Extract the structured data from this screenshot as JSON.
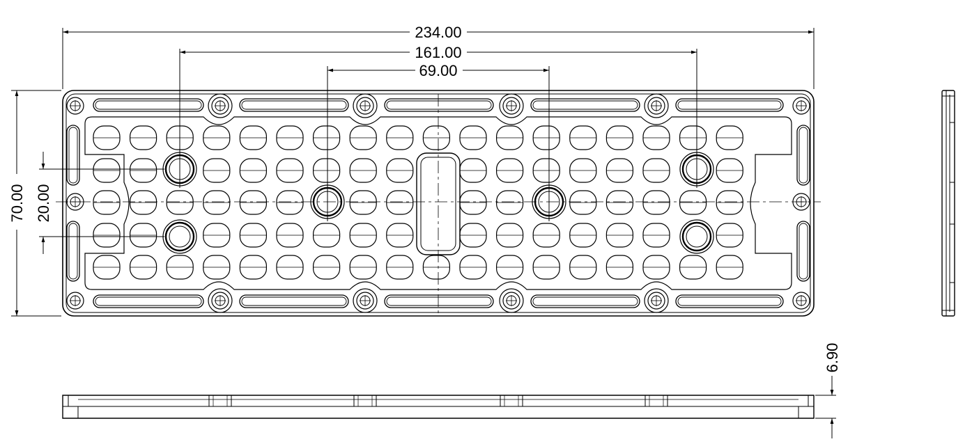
{
  "dimensions": {
    "overall_length": "234.00",
    "outer_hole_span": "161.00",
    "inner_hole_span": "69.00",
    "overall_width": "70.00",
    "hole_pitch_vertical": "20.00",
    "thickness": "6.90"
  },
  "lens_grid": {
    "columns": 18,
    "rows": 5
  },
  "colors": {
    "line": "#000000",
    "background": "#ffffff"
  }
}
